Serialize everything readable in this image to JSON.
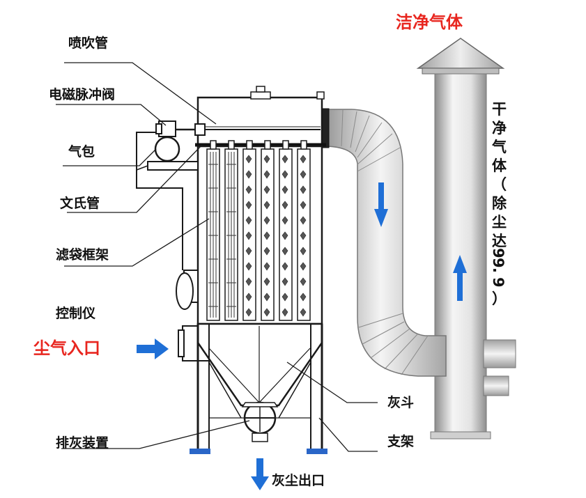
{
  "title": "洁净气体",
  "labels": {
    "spray_pipe": "喷吹管",
    "pulse_valve": "电磁脉冲阀",
    "air_bag": "气包",
    "venturi": "文氏管",
    "bag_frame": "滤袋框架",
    "controller": "控制仪",
    "dust_inlet": "尘气入口",
    "discharge": "排灰装置",
    "ash_hopper": "灰斗",
    "support": "支架",
    "dust_outlet": "灰尘出口"
  },
  "vertical_text": [
    "干",
    "净",
    "气",
    "体",
    "（",
    "除",
    "尘",
    "达",
    "9",
    "9",
    ".",
    "9",
    "）"
  ],
  "colors": {
    "accent_red": "#e8261f",
    "arrow_blue": "#1f6fd6",
    "line": "#1a1a1a",
    "pipe_light": "#f2f2f2",
    "pipe_dark": "#9a9a9a",
    "foot_blue": "#2a66c8"
  }
}
